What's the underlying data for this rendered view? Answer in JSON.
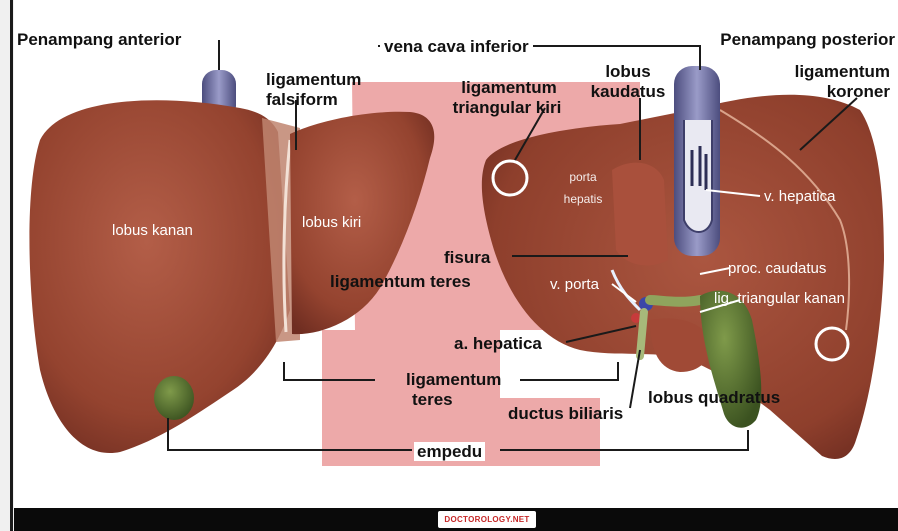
{
  "labels": {
    "anterior_view": "Penampang anterior",
    "posterior_view": "Penampang posterior",
    "ivc": "vena cava inferior",
    "falciform_1": "ligamentum",
    "falciform_2": "falsiform",
    "left_triangular_1": "ligamentum",
    "left_triangular_2": "triangular kiri",
    "caudate_1": "lobus",
    "caudate_2": "kaudatus",
    "coronary_1": "ligamentum",
    "coronary_2": "koroner",
    "right_lobe": "lobus kanan",
    "left_lobe": "lobus kiri",
    "porta_hepatis_1": "porta",
    "porta_hepatis_2": "hepatis",
    "hepatic_vein": "v. hepatica",
    "fissure_1": "fisura",
    "fissure_2": "ligamentum teres",
    "portal_vein": "v. porta",
    "caudate_process": "proc. caudatus",
    "right_triangular": "lig. triangular kanan",
    "hepatic_artery": "a. hepatica",
    "teres_1": "ligamentum",
    "teres_2": "teres",
    "bile_duct": "ductus biliaris",
    "quadrate_lobe": "lobus quadratus",
    "gallbladder": "empedu"
  },
  "watermark": "DOCTOROLOGY.NET",
  "colors": {
    "liver": "#9a4a38",
    "liver_dark": "#7d3527",
    "ivc": "#6e6f9e",
    "gallbladder": "#4f6b2c",
    "watermark_red": "#e06a6a",
    "background": "#ffffff",
    "footer": "#0a0a0a"
  }
}
